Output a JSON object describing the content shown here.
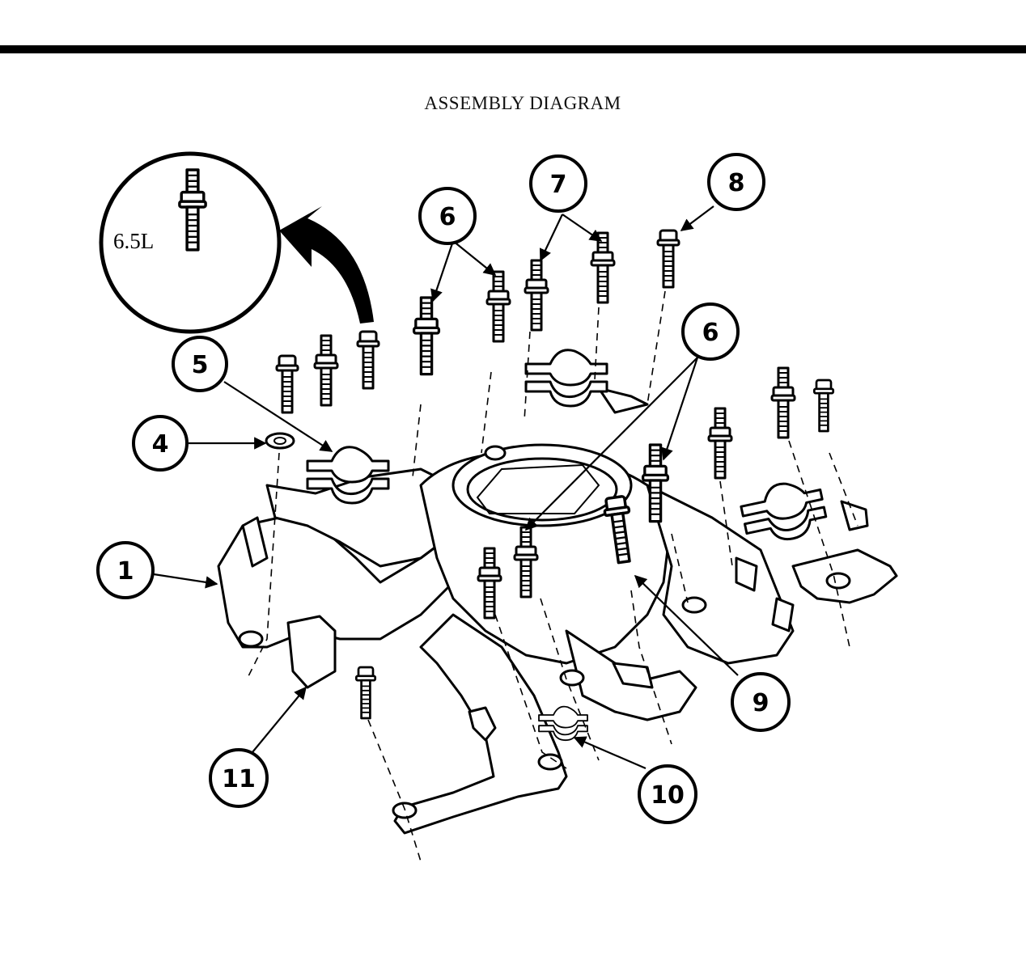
{
  "diagram": {
    "title": "ASSEMBLY DIAGRAM",
    "inset_label": "6.5L",
    "callouts": [
      "1",
      "4",
      "5",
      "6",
      "6",
      "7",
      "8",
      "6",
      "9",
      "10",
      "11"
    ]
  }
}
